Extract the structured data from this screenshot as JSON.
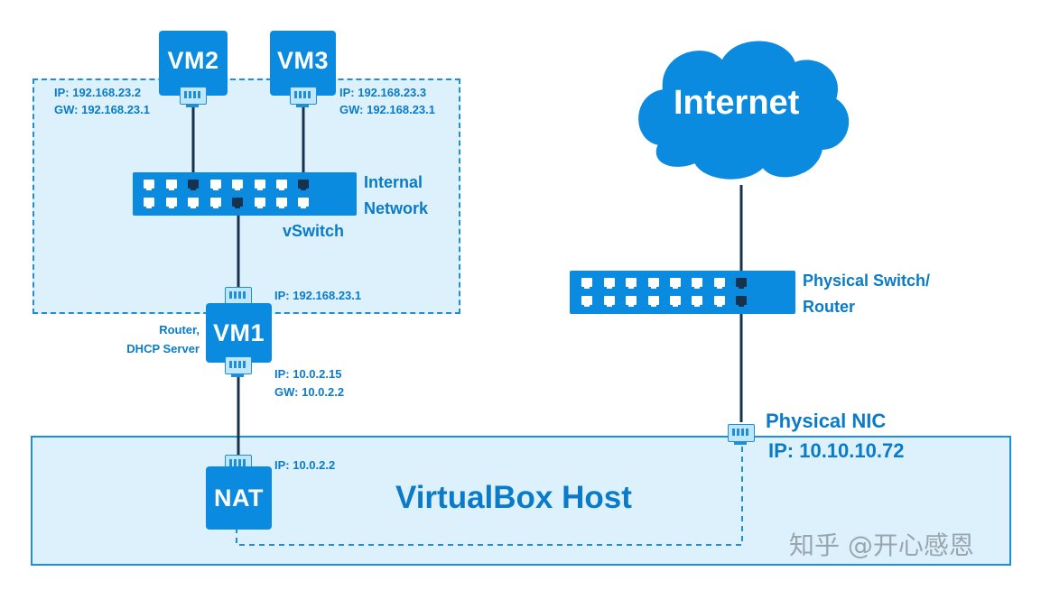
{
  "vms": {
    "vm1": "VM1",
    "vm2": "VM2",
    "vm3": "VM3",
    "nat": "NAT"
  },
  "labels": {
    "vm2_ip": "IP: 192.168.23.2",
    "vm2_gw": "GW: 192.168.23.1",
    "vm3_ip": "IP:   192.168.23.3",
    "vm3_gw": "GW: 192.168.23.1",
    "internal_network_1": "Internal",
    "internal_network_2": "Network",
    "vswitch": "vSwitch",
    "vm1_ip_internal": "IP: 192.168.23.1",
    "vm1_role_1": "Router,",
    "vm1_role_2": "DHCP Server",
    "vm1_ip_nat": "IP:  10.0.2.15",
    "vm1_gw_nat": "GW: 10.0.2.2",
    "nat_ip": "IP: 10.0.2.2",
    "host": "VirtualBox Host",
    "internet": "Internet",
    "physical_switch_1": "Physical Switch/",
    "physical_switch_2": "Router",
    "physical_nic": "Physical NIC",
    "physical_nic_ip": "IP: 10.10.10.72",
    "watermark": "知乎 @开心感恩"
  },
  "colors": {
    "accent": "#0a8be0",
    "zone_fill": "#dcf1fb",
    "zone_border": "#1e8fd6",
    "link": "#17324d"
  }
}
